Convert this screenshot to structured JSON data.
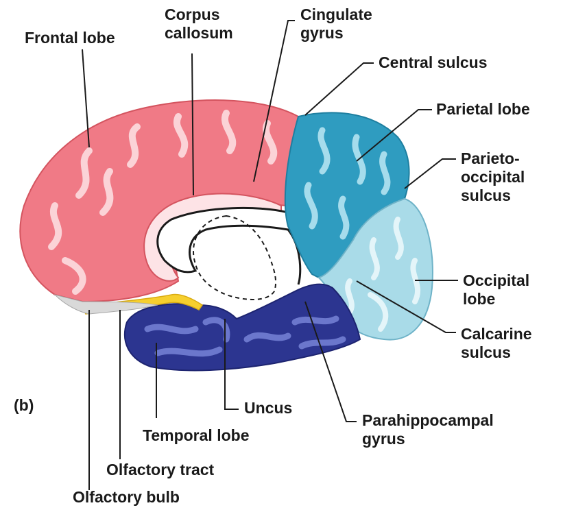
{
  "panel_tag": "(b)",
  "labels": {
    "frontal_lobe": "Frontal lobe",
    "corpus_callosum": [
      "Corpus",
      "callosum"
    ],
    "cingulate_gyrus": [
      "Cingulate",
      "gyrus"
    ],
    "central_sulcus": "Central sulcus",
    "parietal_lobe": "Parietal lobe",
    "parieto_occipital_sulcus": [
      "Parieto-",
      "occipital",
      "sulcus"
    ],
    "occipital_lobe": [
      "Occipital",
      "lobe"
    ],
    "calcarine_sulcus": [
      "Calcarine",
      "sulcus"
    ],
    "parahippocampal_gyrus": [
      "Parahippocampal",
      "gyrus"
    ],
    "uncus": "Uncus",
    "temporal_lobe": "Temporal lobe",
    "olfactory_tract": "Olfactory tract",
    "olfactory_bulb": "Olfactory bulb"
  },
  "colors": {
    "frontal": "#f07a86",
    "frontal_highlight": "#fbd3d7",
    "parietal": "#2f9cc0",
    "parietal_highlight": "#a6dcec",
    "occipital": "#a9dbe8",
    "occipital_highlight": "#e4f5f9",
    "temporal": "#2c3590",
    "temporal_highlight": "#6b77cc",
    "olfactory": "#f6cf2e",
    "outline": "#1a1a1a"
  }
}
